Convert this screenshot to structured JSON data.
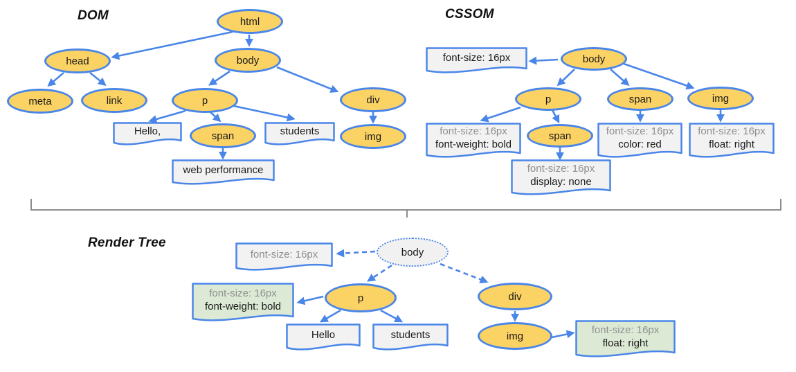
{
  "titles": {
    "dom": "DOM",
    "cssom": "CSSOM",
    "render": "Render Tree"
  },
  "colors": {
    "node_fill": "#FBD264",
    "node_stroke": "#4A86E8",
    "note_gray": "#F2F2F3",
    "note_green": "#DCEAD5",
    "render_body_fill": "#F1F1F2",
    "text_dark": "#1B1B1B",
    "text_gray": "#8F8F8F",
    "bracket": "#7F7F7F"
  },
  "dom": {
    "nodes": {
      "html": "html",
      "head": "head",
      "meta": "meta",
      "link": "link",
      "body": "body",
      "p": "p",
      "span": "span",
      "div": "div",
      "img": "img"
    },
    "notes": {
      "hello": {
        "text": "Hello,"
      },
      "students": {
        "text": "students"
      },
      "webperf": {
        "text": "web performance"
      }
    }
  },
  "cssom": {
    "nodes": {
      "body": "body",
      "p": "p",
      "span_child": "span",
      "span": "span",
      "img": "img"
    },
    "notes": {
      "body_note": {
        "text": "font-size: 16px"
      },
      "p_note": {
        "line1": "font-size: 16px",
        "line2": "font-weight: bold"
      },
      "span_child_note": {
        "line1": "font-size: 16px",
        "line2": "display: none"
      },
      "span_note": {
        "line1": "font-size: 16px",
        "line2": "color: red"
      },
      "img_note": {
        "line1": "font-size: 16px",
        "line2": "float: right"
      }
    }
  },
  "render": {
    "nodes": {
      "body": "body",
      "p": "p",
      "div": "div",
      "img": "img"
    },
    "notes": {
      "body_note": {
        "text": "font-size: 16px"
      },
      "p_note": {
        "line1": "font-size: 16px",
        "line2": "font-weight: bold"
      },
      "hello": {
        "text": "Hello"
      },
      "students": {
        "text": "students"
      },
      "img_note": {
        "line1": "font-size: 16px",
        "line2": "float: right"
      }
    }
  }
}
